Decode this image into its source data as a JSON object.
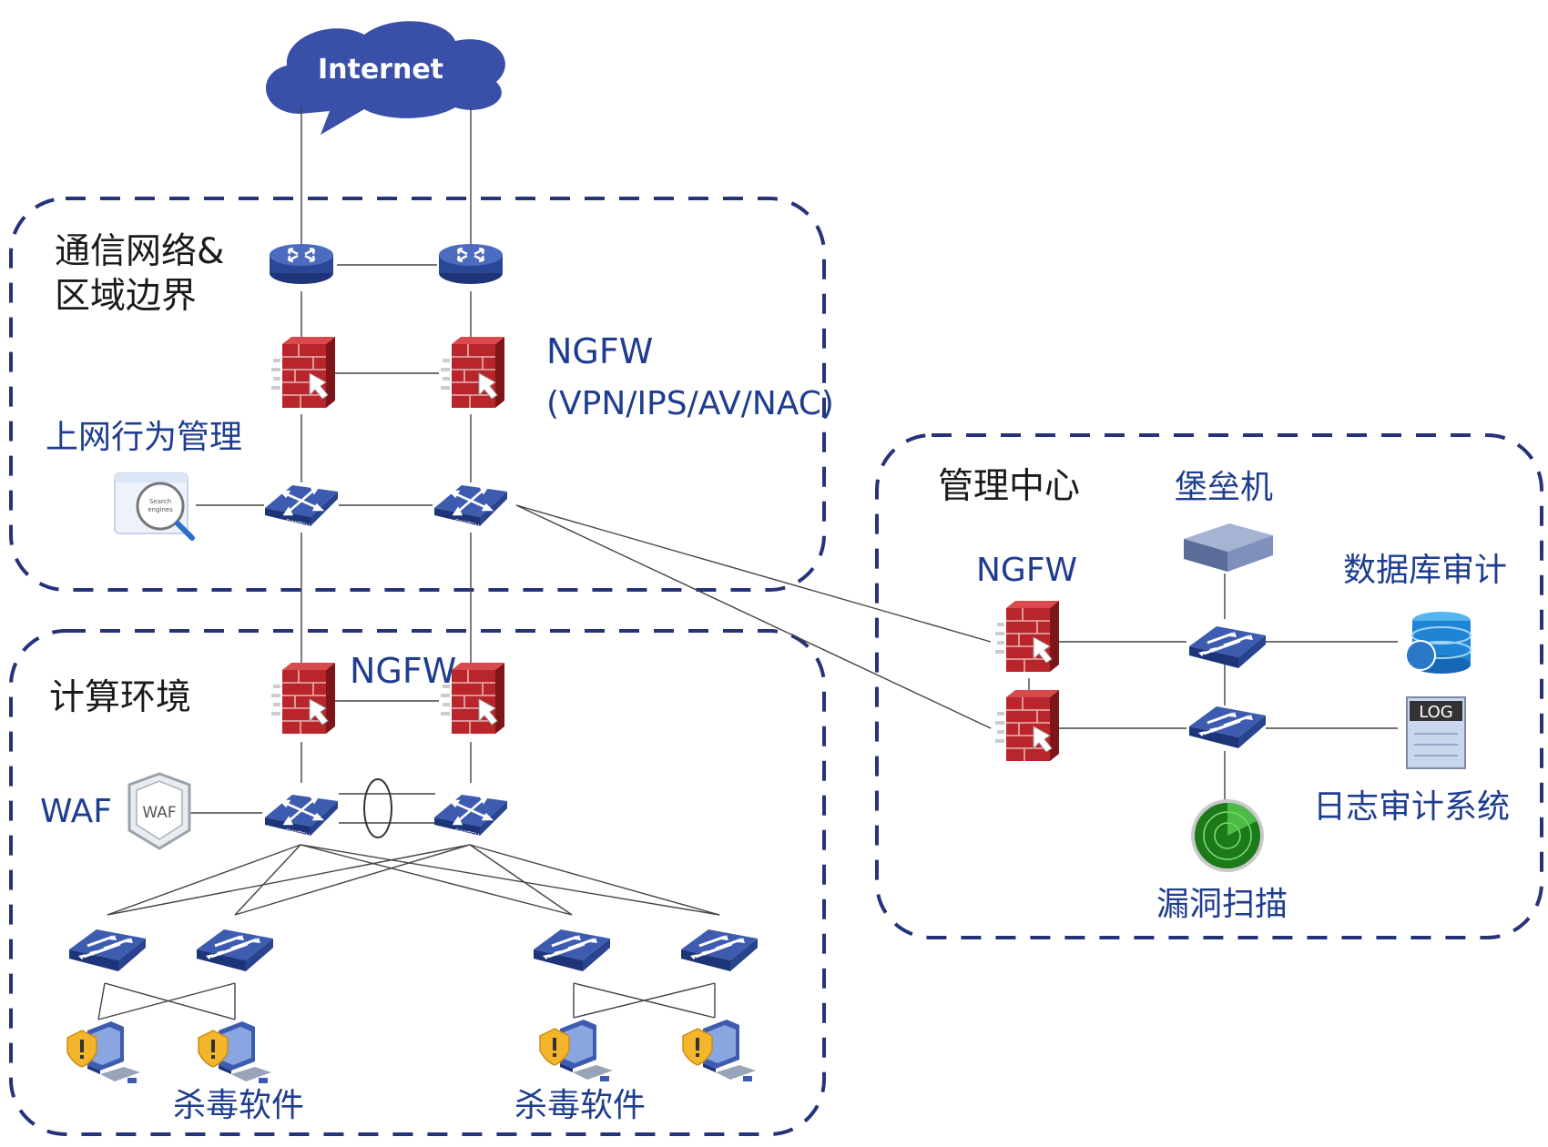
{
  "cloud": {
    "label": "Internet"
  },
  "zones": {
    "border": {
      "title_line1": "通信网络&",
      "title_line2": "区域边界"
    },
    "compute": {
      "title": "计算环境"
    },
    "mgmt": {
      "title": "管理中心"
    }
  },
  "labels": {
    "ngfw_top": "NGFW",
    "ngfw_top_sub": "(VPN/IPS/AV/NAC)",
    "web_behavior": "上网行为管理",
    "ngfw_compute": "NGFW",
    "waf": "WAF",
    "antivirus_left": "杀毒软件",
    "antivirus_right": "杀毒软件",
    "ngfw_mgmt": "NGFW",
    "bastion": "堡垒机",
    "db_audit": "数据库审计",
    "log_audit": "日志审计系统",
    "vuln_scan": "漏洞扫描"
  },
  "icons": {
    "waf_badge": "WAF",
    "log_badge": "LOG",
    "search_text_1": "Search",
    "search_text_2": "engines",
    "switch_text": "SWITCH"
  },
  "colors": {
    "zone_border": "#26337a",
    "device_blue": "#2c4a9e",
    "label_blue": "#1f3d8f",
    "firewall_red": "#c0272d",
    "cloud": "#3a4fa8"
  }
}
